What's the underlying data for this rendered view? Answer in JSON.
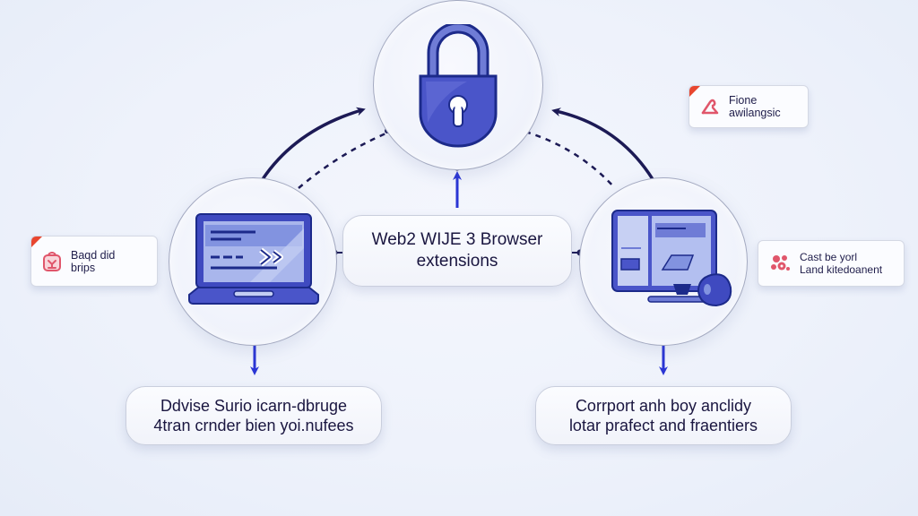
{
  "diagram": {
    "center_label": {
      "line1": "Web2 WIJE 3 Browser",
      "line2": "extensions"
    },
    "nodes": [
      {
        "id": "lock",
        "icon": "padlock-icon"
      },
      {
        "id": "laptop",
        "icon": "laptop-icon"
      },
      {
        "id": "monitor",
        "icon": "desktop-monitor-icon"
      }
    ],
    "bottom_left_box": {
      "line1": "Ddvise Surio icarn-dbruge",
      "line2": "4tran crnder bien yoi.nufees"
    },
    "bottom_right_box": {
      "line1": "Corrport anh boy anclidy",
      "line2": "lotar prafect and fraentiers"
    },
    "badges": {
      "top_right": {
        "icon": "warning-hook-icon",
        "line1": "Fione",
        "line2": "awilangsic"
      },
      "left": {
        "icon": "alert-bag-icon",
        "line1": "Baqd did",
        "line2": "brips"
      },
      "right": {
        "icon": "scatter-cluster-icon",
        "line1": "Cast be yorl",
        "line2": "Land kitedoanent"
      }
    },
    "colors": {
      "accent_blue": "#4450c8",
      "dark_navy": "#1c1a55",
      "arrow_blue": "#2a35d4",
      "alert_red": "#e8462f",
      "alert_pink": "#e0566b"
    }
  }
}
